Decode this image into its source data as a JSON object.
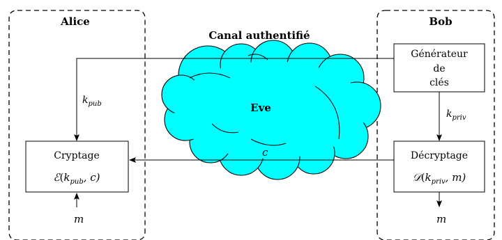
{
  "colors": {
    "cloud_fill": "#00ffff",
    "stroke": "#000000",
    "background": "#ffffff"
  },
  "alice": {
    "label": "Alice"
  },
  "bob": {
    "label": "Bob"
  },
  "channel": {
    "label": "Canal authentifié"
  },
  "eve": {
    "label": "Eve"
  },
  "generator": {
    "line1": "Générateur",
    "line2": "de",
    "line3": "clés"
  },
  "encrypt": {
    "title": "Cryptage",
    "formula_fn": "ℰ",
    "formula_open": "(",
    "formula_k": "k",
    "formula_sub": "pub",
    "formula_rest": ", c)"
  },
  "decrypt": {
    "title": "Décryptage",
    "formula_fn": "𝒟",
    "formula_open": "(",
    "formula_k": "k",
    "formula_sub": "priv",
    "formula_rest": ", m)"
  },
  "labels": {
    "kpub_k": "k",
    "kpub_sub": "pub",
    "kpriv_k": "k",
    "kpriv_sub": "priv",
    "c": "c",
    "m_alice": "m",
    "m_bob": "m"
  }
}
